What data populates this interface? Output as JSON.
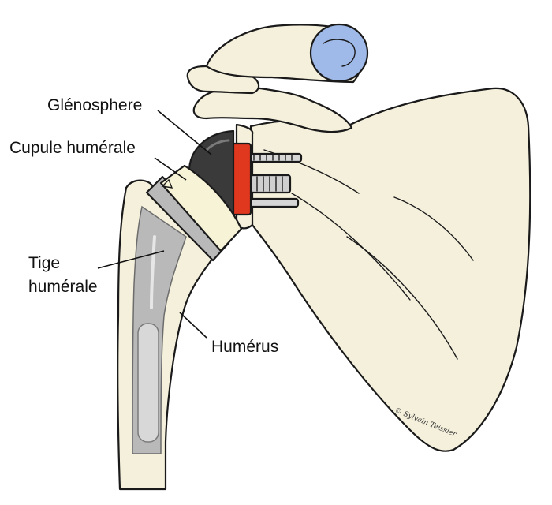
{
  "labels": {
    "glenosphere": "Glénosphere",
    "cupule": "Cupule humérale",
    "tige_line1": "Tige",
    "tige_line2": "humérale",
    "humerus": "Humérus"
  },
  "credit": "© Sylvain Teissier",
  "colors": {
    "bone": "#f4f0dc",
    "bone_shade": "#e9e3c8",
    "cartilage": "#9fb9e8",
    "metal": "#b9b9b9",
    "metal_dark": "#8e8e8e",
    "sphere": "#3a3a3a",
    "baseplate": "#e0371f",
    "cup": "#f7f3d6",
    "outline": "#1a1a1a"
  }
}
